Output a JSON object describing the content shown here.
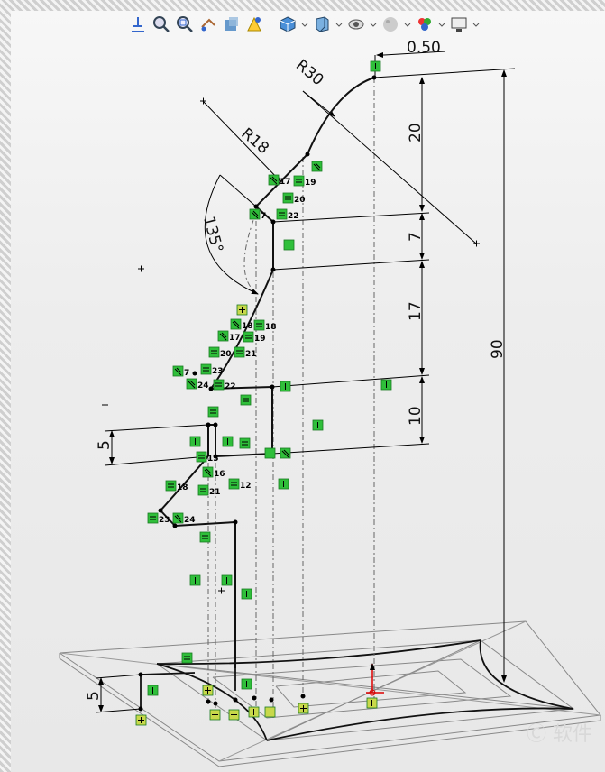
{
  "toolbar": {
    "items": [
      {
        "name": "normal-to-icon"
      },
      {
        "name": "zoom-to-fit-icon"
      },
      {
        "name": "zoom-to-area-icon"
      },
      {
        "name": "previous-view-icon"
      },
      {
        "name": "section-view-icon"
      },
      {
        "name": "dynamic-annotation-icon"
      },
      {
        "name": "view-orientation-icon",
        "dropdown": true
      },
      {
        "name": "display-style-icon",
        "dropdown": true
      },
      {
        "name": "hide-show-items-icon",
        "dropdown": true
      },
      {
        "name": "edit-appearance-icon",
        "dropdown": true
      },
      {
        "name": "apply-scene-icon",
        "dropdown": true
      },
      {
        "name": "view-settings-icon",
        "dropdown": true
      }
    ]
  },
  "dimensions": {
    "top_offset": "0.50",
    "radius_large": "R30",
    "radius_small": "R18",
    "angle": "135°",
    "height_1": "20",
    "height_2": "7",
    "height_3": "17",
    "height_4": "10",
    "total_height": "90",
    "step_left": "5",
    "step_bottom": "5"
  },
  "relations": {
    "r17": "17",
    "r19": "19",
    "r20": "20",
    "r7": "7",
    "r22": "22",
    "r18a": "18",
    "r18b": "18",
    "r17b": "17",
    "r19b": "19",
    "r20b": "20",
    "r21": "21",
    "r7b": "7",
    "r23": "23",
    "r24": "24",
    "r22b": "22",
    "r15": "15",
    "r16": "16",
    "r18c": "18",
    "r21b": "21",
    "r12": "12",
    "r23b": "23",
    "r24b": "24"
  },
  "watermark": "Ⓒ 软件"
}
